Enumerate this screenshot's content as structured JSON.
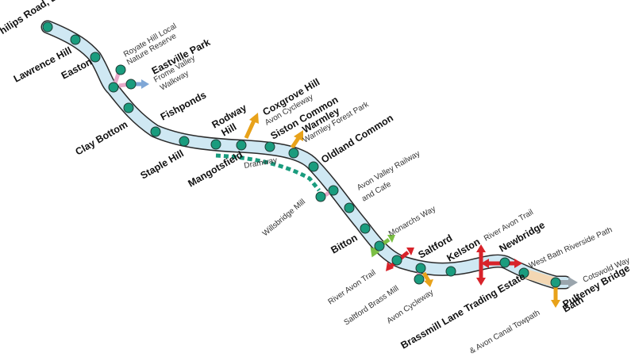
{
  "colors": {
    "route_fill": "#cfe8f3",
    "route_outline": "#2a2a2a",
    "station": "#1a9c7e",
    "dramway": "#1a9c7e",
    "arrow_orange": "#e8a21a",
    "arrow_blue": "#7fa7d6",
    "arrow_red": "#d8232a",
    "arrow_green": "#7bbf44",
    "arrow_grey": "#9aa5ad",
    "connector_pink": "#e8a9c9"
  },
  "stations": [
    {
      "id": "philips-road",
      "label": "Philips Road, Bri",
      "bold": true
    },
    {
      "id": "lawrence-hill",
      "label": "Lawrence Hill",
      "bold": true
    },
    {
      "id": "easton",
      "label": "Easton",
      "bold": true
    },
    {
      "id": "eastville-park",
      "label": "Eastville Park",
      "bold": true
    },
    {
      "id": "clay-bottom",
      "label": "Clay Bottom",
      "bold": true
    },
    {
      "id": "fishponds",
      "label": "Fishponds",
      "bold": true
    },
    {
      "id": "staple-hill",
      "label": "Staple Hill",
      "bold": true
    },
    {
      "id": "rodway-hill-1",
      "label": "Rodway",
      "bold": true
    },
    {
      "id": "rodway-hill-2",
      "label": "Hill",
      "bold": true
    },
    {
      "id": "mangotsfield",
      "label": "Mangotsfield",
      "bold": true
    },
    {
      "id": "coxgrove-hill",
      "label": "Coxgrove Hill",
      "bold": true
    },
    {
      "id": "siston-common",
      "label": "Siston Common",
      "bold": true
    },
    {
      "id": "warmley",
      "label": "Warmley",
      "bold": true
    },
    {
      "id": "oldland-common",
      "label": "Oldland Common",
      "bold": true
    },
    {
      "id": "bitton",
      "label": "Bitton",
      "bold": true
    },
    {
      "id": "saltford",
      "label": "Saltford",
      "bold": true
    },
    {
      "id": "kelston",
      "label": "Kelston",
      "bold": true
    },
    {
      "id": "newbridge",
      "label": "Newbridge",
      "bold": true
    },
    {
      "id": "brassmill",
      "label": "Brassmill Lane Trading Estate",
      "bold": true
    },
    {
      "id": "pulteney-bridge",
      "label": "Pulteney Bridge",
      "bold": true
    },
    {
      "id": "bath",
      "label": "Bath",
      "bold": true
    }
  ],
  "features": [
    {
      "id": "royate-hill-1",
      "label": "Royate Hill Local"
    },
    {
      "id": "royate-hill-2",
      "label": "Nature Reserve"
    },
    {
      "id": "frome-valley-1",
      "label": "Frome Valley"
    },
    {
      "id": "frome-valley-2",
      "label": "Walkway"
    },
    {
      "id": "avon-cycleway-north",
      "label": "Avon Cycleway"
    },
    {
      "id": "warmley-forest-park",
      "label": "Warmley Forest Park"
    },
    {
      "id": "dramway",
      "label": "Dramway"
    },
    {
      "id": "willsbridge-mill",
      "label": "Willsbridge Mill"
    },
    {
      "id": "avon-valley-1",
      "label": "Avon Valley Railway"
    },
    {
      "id": "avon-valley-2",
      "label": "and Cafe"
    },
    {
      "id": "monarchs-way",
      "label": "Monarchs Way"
    },
    {
      "id": "river-avon-trail-west",
      "label": "River Avon Trail"
    },
    {
      "id": "river-avon-trail-east",
      "label": "River Avon Trail"
    },
    {
      "id": "saltford-brass-mill",
      "label": "Saltford Brass Mill"
    },
    {
      "id": "avon-cycleway-south",
      "label": "Avon Cycleway"
    },
    {
      "id": "west-bath-riverside",
      "label": "West Bath Riverside Path"
    },
    {
      "id": "cotswold-way",
      "label": "Cotswold Way"
    },
    {
      "id": "avon-canal-towpath",
      "label": "& Avon Canal Towpath"
    }
  ]
}
